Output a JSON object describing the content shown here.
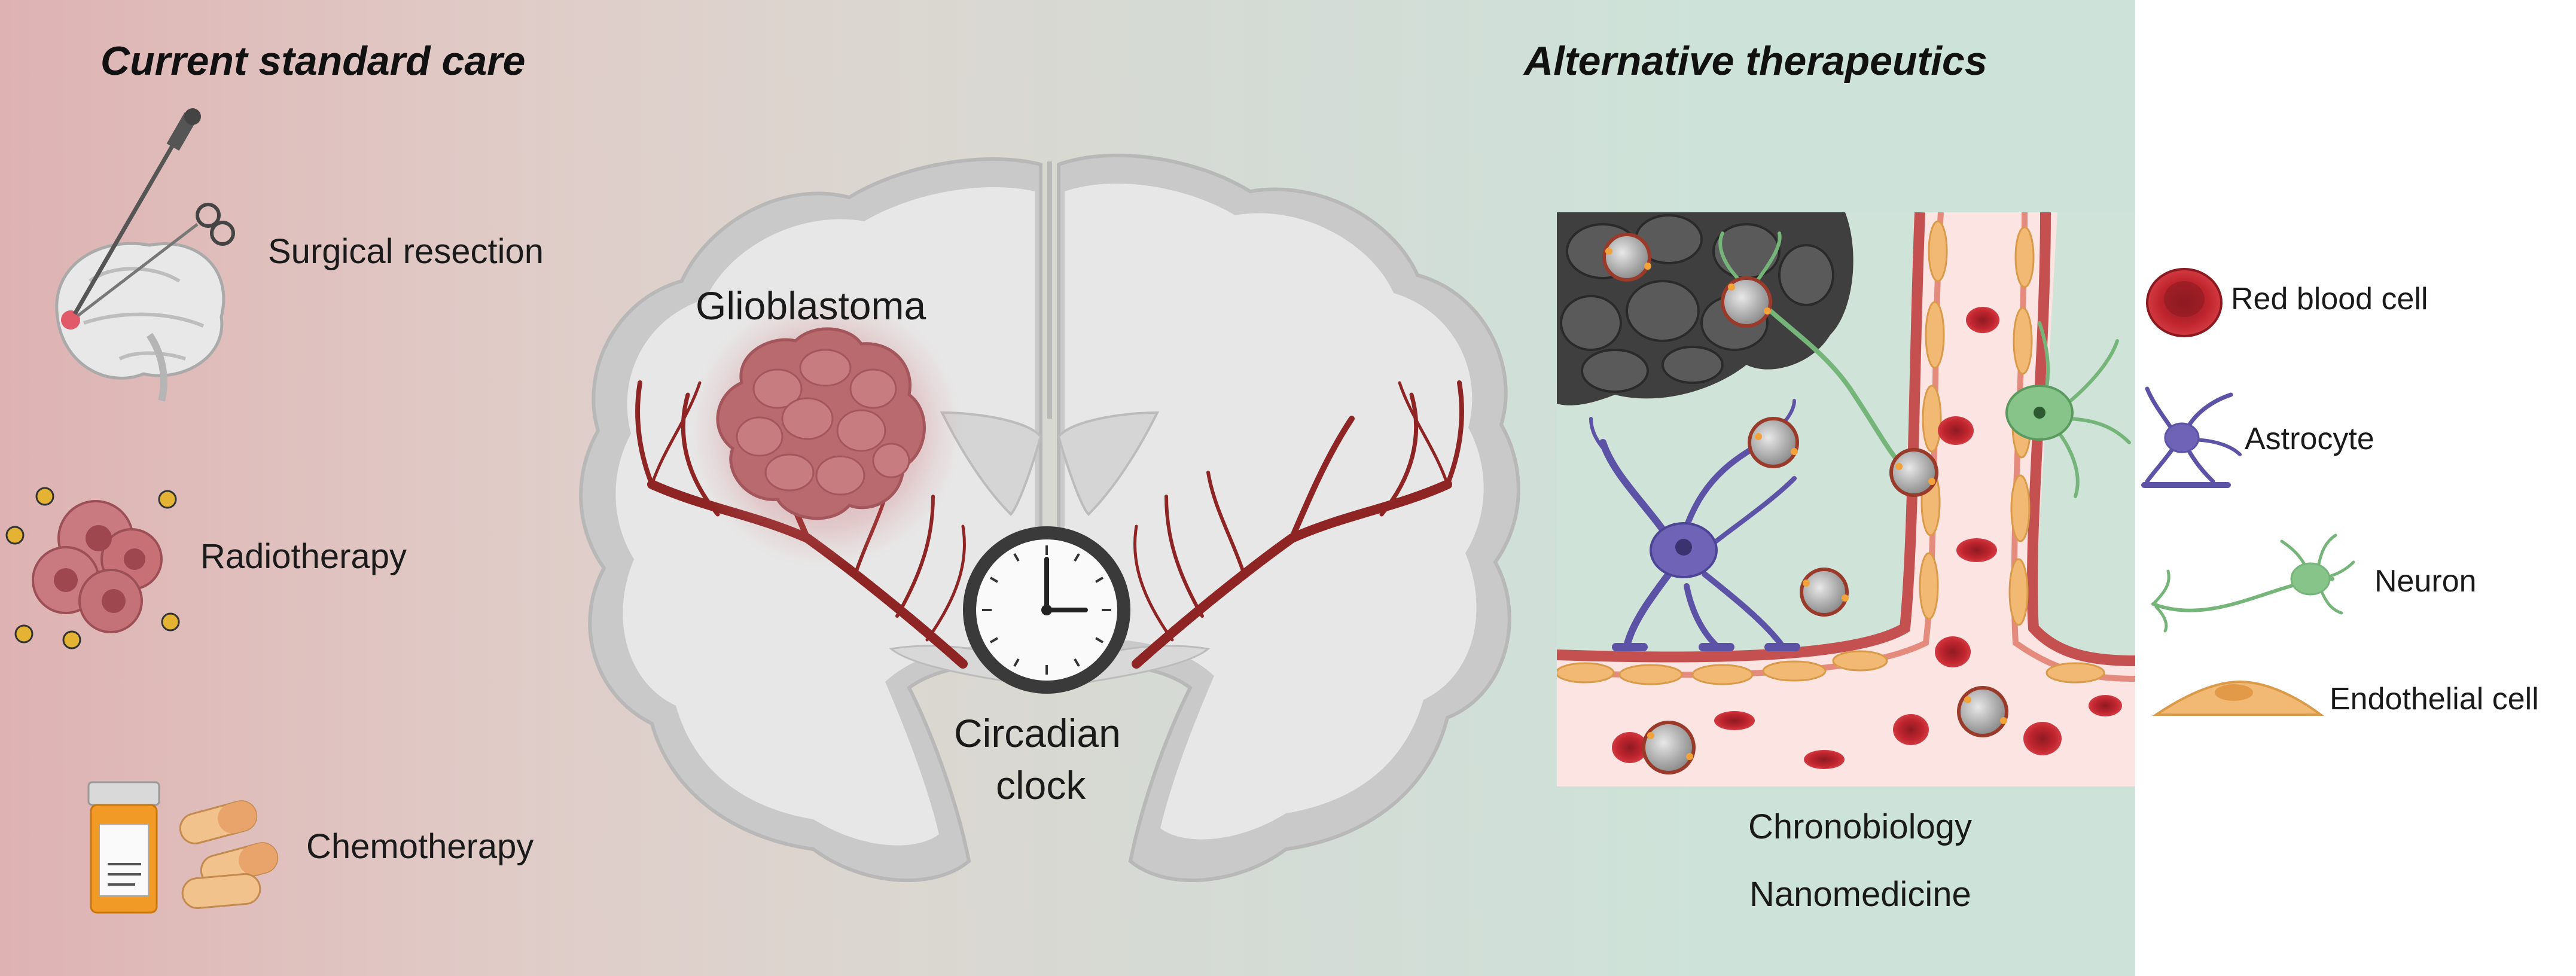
{
  "left_panel": {
    "heading": "Current standard care",
    "items": [
      {
        "label": "Surgical resection",
        "icon": "surgery-icon"
      },
      {
        "label": "Radiotherapy",
        "icon": "radiation-icon"
      },
      {
        "label": "Chemotherapy",
        "icon": "pill-bottle-icon"
      }
    ]
  },
  "center_panel": {
    "tumor_label": "Glioblastoma",
    "clock_label_line1": "Circadian",
    "clock_label_line2": "clock"
  },
  "right_panel": {
    "heading": "Alternative therapeutics",
    "approach_1": "Chronobiology",
    "approach_2": "Nanomedicine"
  },
  "legend": {
    "items": [
      {
        "label": "Red blood cell",
        "icon": "red-blood-cell-icon"
      },
      {
        "label": "Astrocyte",
        "icon": "astrocyte-icon"
      },
      {
        "label": "Neuron",
        "icon": "neuron-icon"
      },
      {
        "label": "Endothelial cell",
        "icon": "endothelial-cell-icon"
      }
    ]
  },
  "colors": {
    "left_bg": "#deb2b2",
    "right_bg": "#cde3d9",
    "vessel": "#8e2424",
    "tumor": "#b86a6e",
    "astrocyte": "#5d53a6",
    "neuron": "#76b57a",
    "endothelial": "#f1b974",
    "rbc": "#c0252e"
  }
}
